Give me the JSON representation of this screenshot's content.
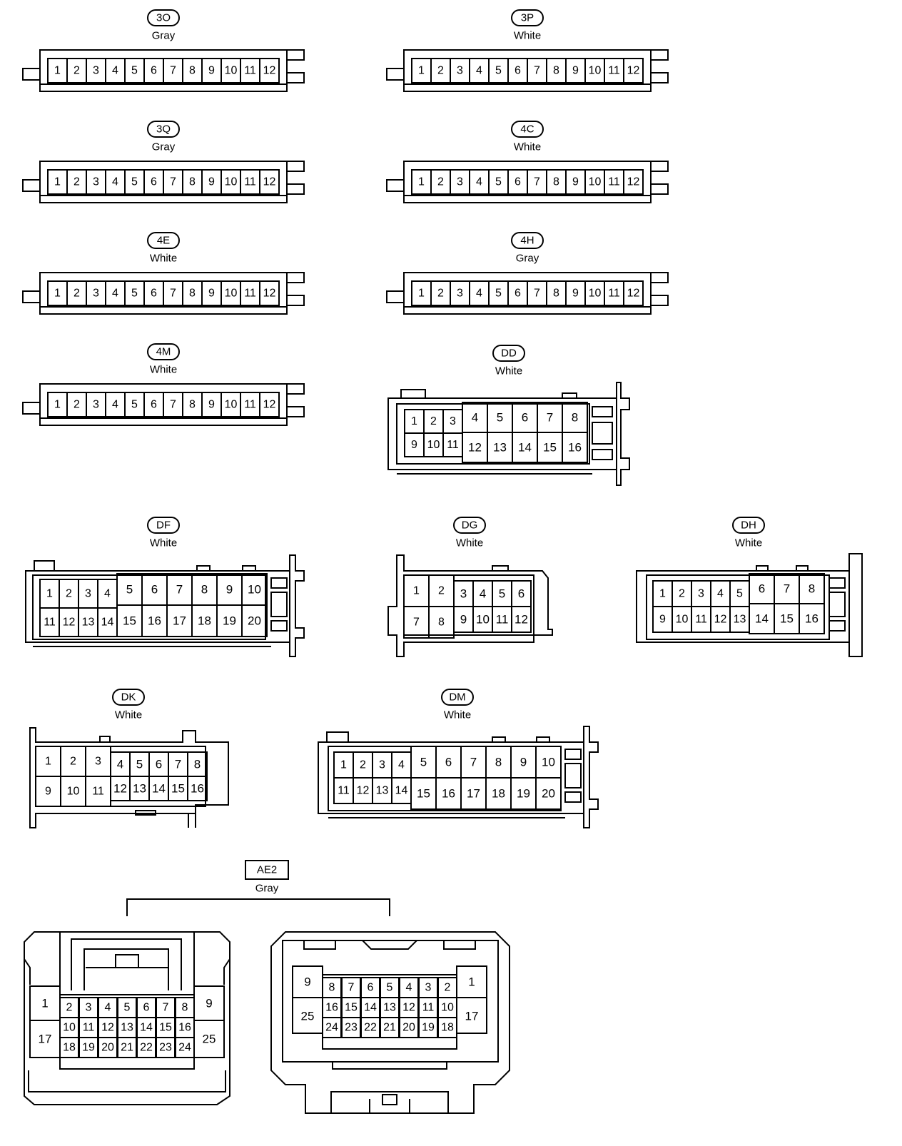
{
  "connectors": {
    "c3O": {
      "id": "3O",
      "color": "Gray"
    },
    "c3P": {
      "id": "3P",
      "color": "White"
    },
    "c3Q": {
      "id": "3Q",
      "color": "Gray"
    },
    "c4C": {
      "id": "4C",
      "color": "White"
    },
    "c4E": {
      "id": "4E",
      "color": "White"
    },
    "c4H": {
      "id": "4H",
      "color": "Gray"
    },
    "c4M": {
      "id": "4M",
      "color": "White"
    },
    "cDD": {
      "id": "DD",
      "color": "White"
    },
    "cDF": {
      "id": "DF",
      "color": "White"
    },
    "cDG": {
      "id": "DG",
      "color": "White"
    },
    "cDH": {
      "id": "DH",
      "color": "White"
    },
    "cDK": {
      "id": "DK",
      "color": "White"
    },
    "cDM": {
      "id": "DM",
      "color": "White"
    },
    "cAE2": {
      "id": "AE2",
      "color": "Gray"
    }
  },
  "pins12": [
    "1",
    "2",
    "3",
    "4",
    "5",
    "6",
    "7",
    "8",
    "9",
    "10",
    "11",
    "12"
  ],
  "pinsDD": {
    "left_top": [
      "1",
      "2",
      "3"
    ],
    "left_bottom": [
      "9",
      "10",
      "11"
    ],
    "right_top": [
      "4",
      "5",
      "6",
      "7",
      "8"
    ],
    "right_bottom": [
      "12",
      "13",
      "14",
      "15",
      "16"
    ]
  },
  "pinsDF": {
    "left_top": [
      "1",
      "2",
      "3",
      "4"
    ],
    "left_bottom": [
      "11",
      "12",
      "13",
      "14"
    ],
    "right_top": [
      "5",
      "6",
      "7",
      "8",
      "9",
      "10"
    ],
    "right_bottom": [
      "15",
      "16",
      "17",
      "18",
      "19",
      "20"
    ]
  },
  "pinsDG": {
    "left_top": [
      "1",
      "2"
    ],
    "left_bottom": [
      "7",
      "8"
    ],
    "right_top": [
      "3",
      "4",
      "5",
      "6"
    ],
    "right_bottom": [
      "9",
      "10",
      "11",
      "12"
    ]
  },
  "pinsDH": {
    "left_top": [
      "1",
      "2",
      "3",
      "4",
      "5"
    ],
    "left_bottom": [
      "9",
      "10",
      "11",
      "12",
      "13"
    ],
    "right_top": [
      "6",
      "7",
      "8"
    ],
    "right_bottom": [
      "14",
      "15",
      "16"
    ]
  },
  "pinsDK": {
    "left_top": [
      "1",
      "2",
      "3"
    ],
    "left_bottom": [
      "9",
      "10",
      "11"
    ],
    "right_top": [
      "4",
      "5",
      "6",
      "7",
      "8"
    ],
    "right_bottom": [
      "12",
      "13",
      "14",
      "15",
      "16"
    ]
  },
  "pinsDM": {
    "left_top": [
      "1",
      "2",
      "3",
      "4"
    ],
    "left_bottom": [
      "11",
      "12",
      "13",
      "14"
    ],
    "right_top": [
      "5",
      "6",
      "7",
      "8",
      "9",
      "10"
    ],
    "right_bottom": [
      "15",
      "16",
      "17",
      "18",
      "19",
      "20"
    ]
  },
  "pinsAE2_left": {
    "end_left": [
      "1",
      "17"
    ],
    "end_right": [
      "9",
      "25"
    ],
    "row1": [
      "2",
      "3",
      "4",
      "5",
      "6",
      "7",
      "8"
    ],
    "row2": [
      "10",
      "11",
      "12",
      "13",
      "14",
      "15",
      "16"
    ],
    "row3": [
      "18",
      "19",
      "20",
      "21",
      "22",
      "23",
      "24"
    ]
  },
  "pinsAE2_right": {
    "end_left": [
      "9",
      "25"
    ],
    "end_right": [
      "1",
      "17"
    ],
    "row1": [
      "8",
      "7",
      "6",
      "5",
      "4",
      "3",
      "2"
    ],
    "row2": [
      "16",
      "15",
      "14",
      "13",
      "12",
      "11",
      "10"
    ],
    "row3": [
      "24",
      "23",
      "22",
      "21",
      "20",
      "19",
      "18"
    ]
  }
}
